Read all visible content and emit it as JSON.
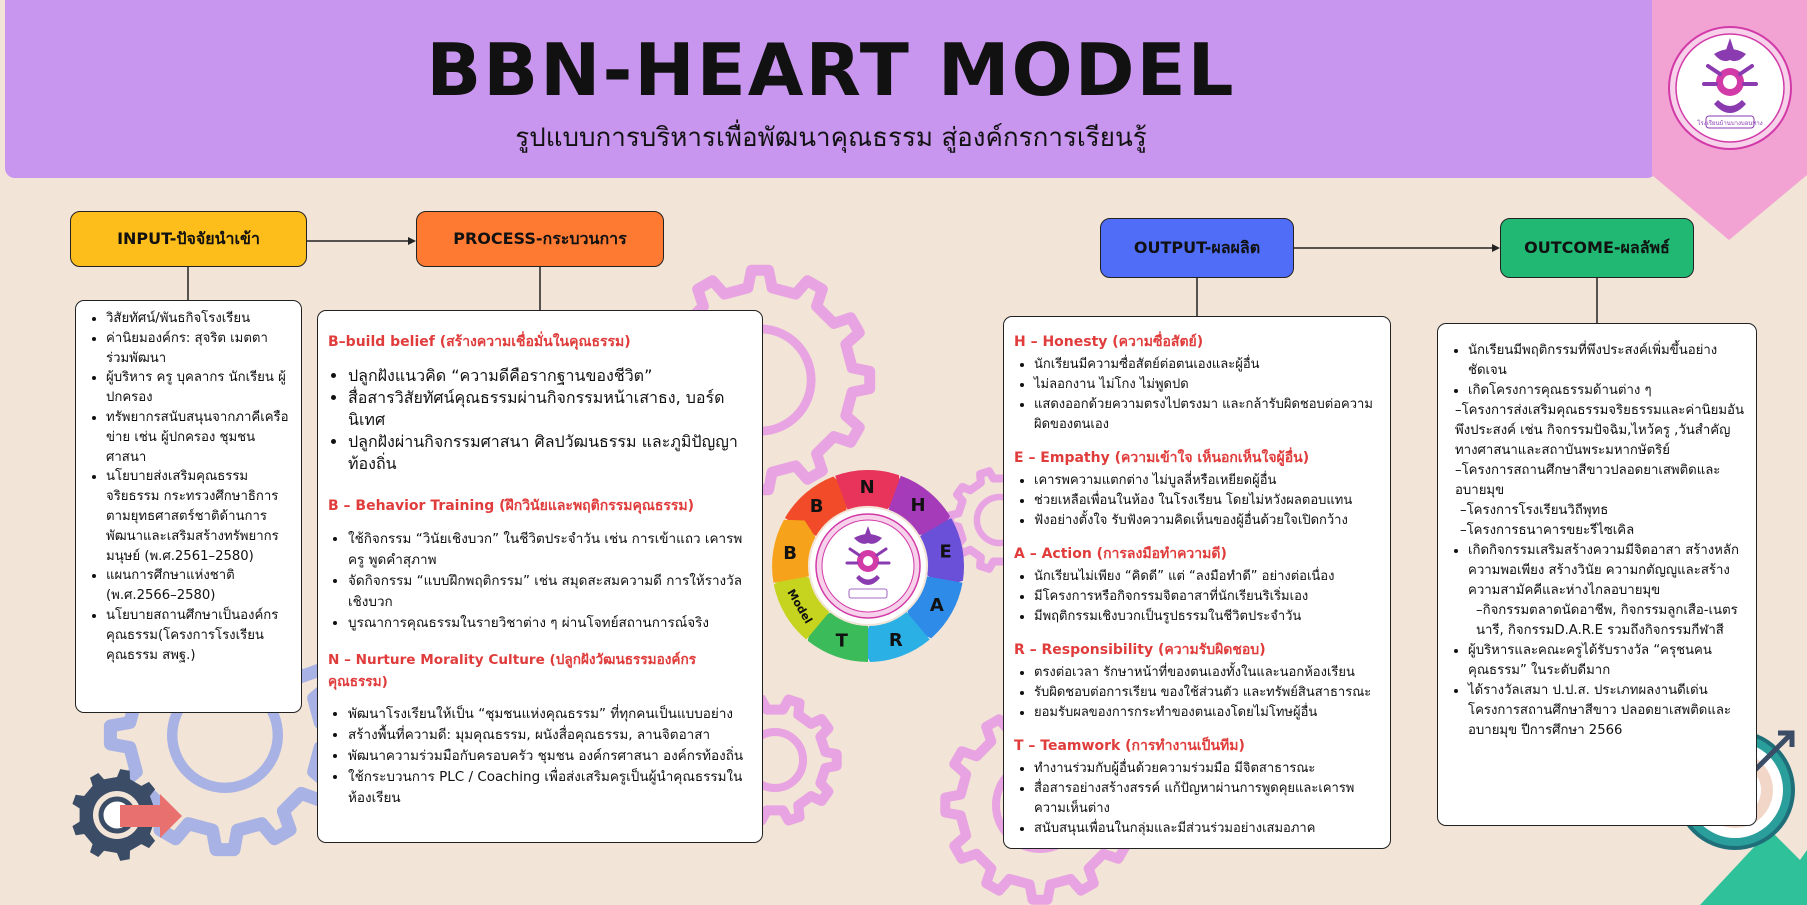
{
  "header": {
    "title": "BBN-HEART MODEL",
    "subtitle": "รูปแบบการบริหารเพื่อพัฒนาคุณธรรม สู่องค์กรการเรียนรู้"
  },
  "logo": {
    "icon": "school-emblem-icon",
    "text": "โรงเรียนบ้านบางบอนทาง"
  },
  "colors": {
    "header": "#c896ee",
    "background": "#f2e4d6",
    "input": "#fdbd1a",
    "process": "#fe7a33",
    "output": "#4f6df7",
    "outcome": "#20b873",
    "heading_red": "#e03c3c",
    "gear_pink": "#e48ee6",
    "gear_blue": "#8fa1e8"
  },
  "stages": {
    "input": "INPUT-ปัจจัยนำเข้า",
    "process": "PROCESS-กระบวนการ",
    "output": "OUTPUT-ผลผลิต",
    "outcome": "OUTCOME-ผลลัพธ์"
  },
  "input_items": [
    "วิสัยทัศน์/พันธกิจโรงเรียน",
    "ค่านิยมองค์กร: สุจริต เมตตา ร่วมพัฒนา",
    "ผู้บริหาร ครู บุคลากร นักเรียน ผู้ปกครอง",
    "ทรัพยากรสนับสนุนจากภาคีเครือข่าย เช่น ผู้ปกครอง ชุมชน ศาสนา",
    "นโยบายส่งเสริมคุณธรรมจริยธรรม กระทรวงศึกษาธิการ ตามยุทธศาสตร์ชาติด้านการพัฒนาและเสริมสร้างทรัพยากรมนุษย์ (พ.ศ.2561–2580)",
    "แผนการศึกษาแห่งชาติ (พ.ศ.2566–2580)",
    "นโยบายสถานศึกษาเป็นองค์กรคุณธรรม(โครงการโรงเรียนคุณธรรม สพฐ.)"
  ],
  "process": [
    {
      "heading": "B–build belief  (สร้างความเชื่อมั่นในคุณธรรม)",
      "items": [
        "ปลูกฝังแนวคิด “ความดีคือรากฐานของชีวิต”",
        "สื่อสารวิสัยทัศน์คุณธรรมผ่านกิจกรรมหน้าเสาธง, บอร์ดนิเทศ",
        "ปลูกฝังผ่านกิจกรรมศาสนา ศิลปวัฒนธรรม และภูมิปัญญาท้องถิ่น"
      ]
    },
    {
      "heading": "B – Behavior Training (ฝึกวินัยและพฤติกรรมคุณธรรม)",
      "items": [
        "ใช้กิจกรรม “วินัยเชิงบวก” ในชีวิตประจำวัน เช่น การเข้าแถว เคารพครู พูดคำสุภาพ",
        "จัดกิจกรรม “แบบฝึกพฤติกรรม” เช่น สมุดสะสมความดี การให้รางวัลเชิงบวก",
        "บูรณาการคุณธรรมในรายวิชาต่าง ๆ ผ่านโจทย์สถานการณ์จริง"
      ]
    },
    {
      "heading": "N – Nurture Morality Culture (ปลูกฝังวัฒนธรรมองค์กรคุณธรรม)",
      "items": [
        "พัฒนาโรงเรียนให้เป็น “ชุมชนแห่งคุณธรรม” ที่ทุกคนเป็นแบบอย่าง",
        "สร้างพื้นที่ความดี: มุมคุณธรรม, ผนังสื่อคุณธรรม, ลานจิตอาสา",
        "พัฒนาความร่วมมือกับครอบครัว ชุมชน องค์กรศาสนา องค์กรท้องถิ่น",
        "ใช้กระบวนการ PLC / Coaching เพื่อส่งเสริมครูเป็นผู้นำคุณธรรมในห้องเรียน"
      ]
    }
  ],
  "wheel": {
    "letters": [
      "B",
      "N",
      "H",
      "E",
      "A",
      "R",
      "T",
      "Model",
      "B"
    ],
    "colors": [
      "#f24b2a",
      "#e8345a",
      "#a53bb8",
      "#6a4fd8",
      "#2f8be8",
      "#2bb0e6",
      "#3bbb5a",
      "#c7d41f",
      "#f6a31b"
    ]
  },
  "output": [
    {
      "heading": "H – Honesty (ความซื่อสัตย์)",
      "items": [
        "นักเรียนมีความซื่อสัตย์ต่อตนเองและผู้อื่น",
        "ไม่ลอกงาน ไม่โกง ไม่พูดปด",
        "แสดงออกด้วยความตรงไปตรงมา และกล้ารับผิดชอบต่อความผิดของตนเอง"
      ]
    },
    {
      "heading": "E – Empathy (ความเข้าใจ เห็นอกเห็นใจผู้อื่น)",
      "items": [
        "เคารพความแตกต่าง ไม่บูลลี่หรือเหยียดผู้อื่น",
        "ช่วยเหลือเพื่อนในห้อง ในโรงเรียน โดยไม่หวังผลตอบแทน",
        "ฟังอย่างตั้งใจ รับฟังความคิดเห็นของผู้อื่นด้วยใจเปิดกว้าง"
      ]
    },
    {
      "heading": "A – Action (การลงมือทำความดี)",
      "items": [
        "นักเรียนไม่เพียง “คิดดี” แต่ “ลงมือทำดี” อย่างต่อเนื่อง",
        "มีโครงการหรือกิจกรรมจิตอาสาที่นักเรียนริเริ่มเอง",
        "มีพฤติกรรมเชิงบวกเป็นรูปธรรมในชีวิตประจำวัน"
      ]
    },
    {
      "heading": "R – Responsibility (ความรับผิดชอบ)",
      "items": [
        "ตรงต่อเวลา รักษาหน้าที่ของตนเองทั้งในและนอกห้องเรียน",
        "รับผิดชอบต่อการเรียน ของใช้ส่วนตัว และทรัพย์สินสาธารณะ",
        "ยอมรับผลของการกระทำของตนเองโดยไม่โทษผู้อื่น"
      ]
    },
    {
      "heading": "T – Teamwork (การทำงานเป็นทีม)",
      "items": [
        "ทำงานร่วมกับผู้อื่นด้วยความร่วมมือ มีจิตสาธารณะ",
        "สื่อสารอย่างสร้างสรรค์ แก้ปัญหาผ่านการพูดคุยและเคารพความเห็นต่าง",
        "สนับสนุนเพื่อนในกลุ่มและมีส่วนร่วมอย่างเสมอภาค"
      ]
    }
  ],
  "outcome": {
    "item1": "นักเรียนมีพฤติกรรมที่พึงประสงค์เพิ่มขึ้นอย่างชัดเจน",
    "item2": "เกิดโครงการคุณธรรมด้านต่าง ๆ",
    "item2_subs": [
      "–โครงการส่งเสริมคุณธรรมจริยธรรมและค่านิยมอันพึงประสงค์ เช่น กิจกรรมปัจฉิม,ไหว้ครู ,วันสำคัญ ทางศาสนาและสถาบันพระมหากษัตริย์",
      "–โครงการสถานศึกษาสีขาวปลอดยาเสพติดและอบายมุข",
      "–โครงการโรงเรียนวิถีพุทธ",
      "–โครงการธนาคารขยะรีไซเคิล"
    ],
    "item3": "เกิดกิจกรรมเสริมสร้างความมีจิตอาสา สร้างหลักความพอเพียง สร้างวินัย ความกตัญญูและสร้างความสามัคคีและห่างไกลอบายมุข",
    "item3_sub": "–กิจกรรมตลาดนัดอาชีพ, กิจกรรมลูกเสือ-เนตรนารี, กิจกรรมD.A.R.E รวมถึงกิจกรรมกีฬาสี",
    "item4": "ผู้บริหารและคณะครูได้รับรางวัล “ครุชนคนคุณธรรม” ในระดับดีมาก",
    "item5": "ได้รางวัลเสมา ป.ป.ส. ประเภทผลงานดีเด่น โครงการสถานศึกษาสีขาว ปลอดยาเสพติดและอบายมุข ปีการศึกษา 2566"
  },
  "decorations": [
    "gear-icon",
    "target-icon",
    "arrow-right-icon"
  ]
}
